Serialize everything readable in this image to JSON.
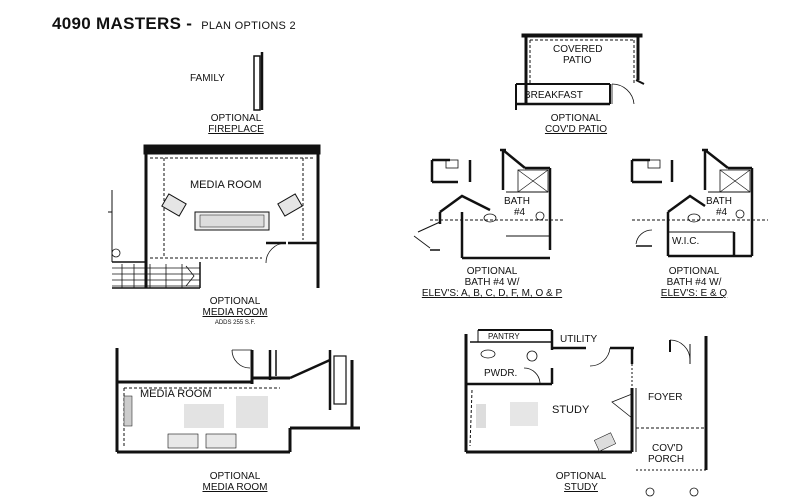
{
  "header": {
    "title": "4090 MASTERS",
    "dash": "-",
    "subtitle": "PLAN OPTIONS 2"
  },
  "panels": {
    "fireplace": {
      "room": "FAMILY",
      "caption": [
        "OPTIONAL",
        "FIREPLACE"
      ]
    },
    "patio": {
      "rooms": [
        "COVERED",
        "PATIO",
        "BREAKFAST"
      ],
      "caption": [
        "OPTIONAL",
        "COV'D PATIO"
      ]
    },
    "media1": {
      "room": "MEDIA ROOM",
      "caption": [
        "OPTIONAL",
        "MEDIA ROOM"
      ],
      "note": "ADDS 255 S.F."
    },
    "bath1": {
      "rooms": [
        "BATH",
        "#4"
      ],
      "caption": [
        "OPTIONAL",
        "BATH #4 W/",
        "ELEV'S: A, B, C, D, F, M, O & P"
      ]
    },
    "bath2": {
      "rooms": [
        "BATH",
        "#4",
        "W.I.C."
      ],
      "caption": [
        "OPTIONAL",
        "BATH #4 W/",
        "ELEV'S: E & Q"
      ]
    },
    "media2": {
      "room": "MEDIA ROOM",
      "caption": [
        "OPTIONAL",
        "MEDIA ROOM"
      ]
    },
    "study": {
      "rooms": [
        "PANTRY",
        "UTILITY",
        "PWDR.",
        "STUDY",
        "FOYER",
        "COV'D",
        "PORCH"
      ],
      "caption": [
        "OPTIONAL",
        "STUDY"
      ]
    }
  }
}
